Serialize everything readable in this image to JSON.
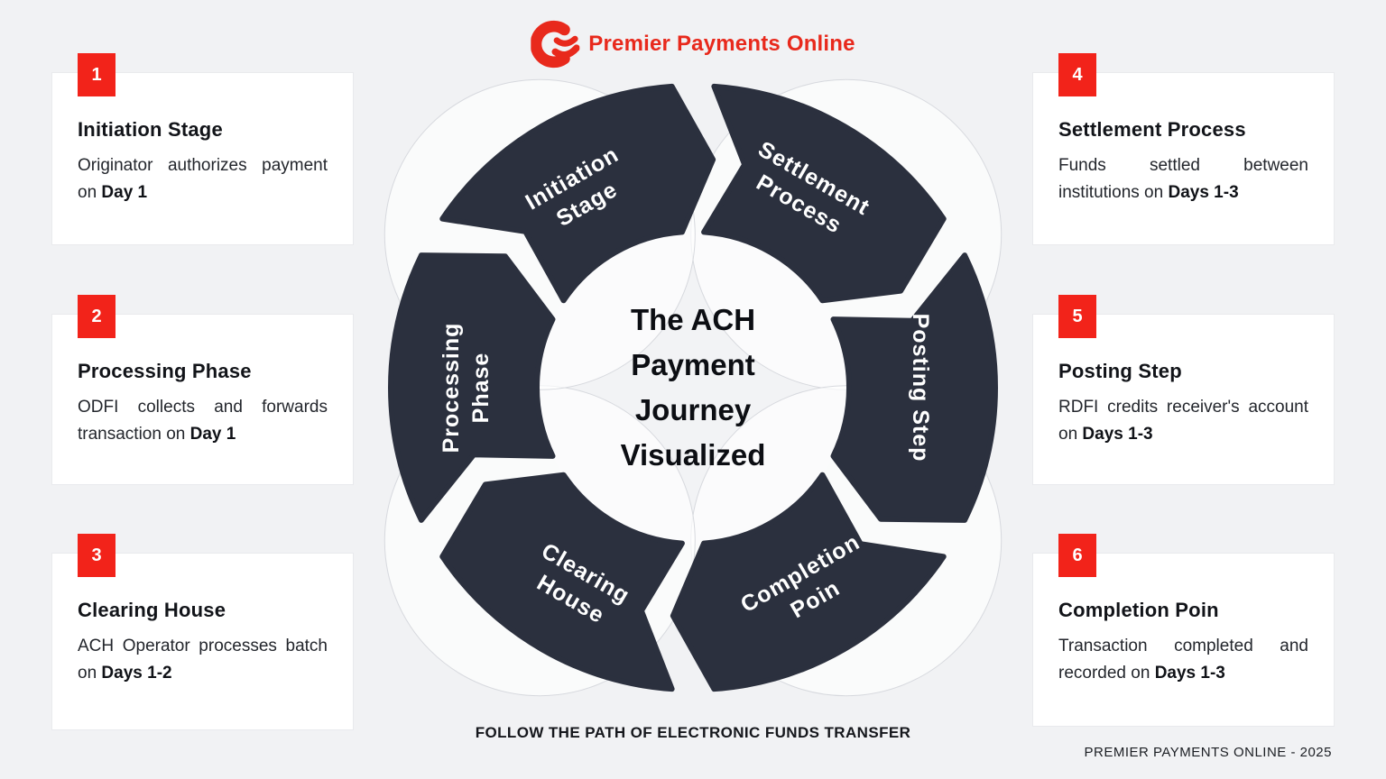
{
  "brand": {
    "name": "Premier Payments Online",
    "red": "#e8291c",
    "dark": "#2b303e"
  },
  "diagram": {
    "center_lines": [
      "The ACH",
      "Payment",
      "Journey",
      "Visualized"
    ],
    "segments": [
      {
        "slug": "initiation-stage",
        "lines": [
          "Initiation",
          "Stage"
        ],
        "angle": 330
      },
      {
        "slug": "settlement-process",
        "lines": [
          "Settlement",
          "Process"
        ],
        "angle": 30
      },
      {
        "slug": "posting-step",
        "lines": [
          "Posting Step"
        ],
        "angle": 90
      },
      {
        "slug": "completion-poin",
        "lines": [
          "Completion",
          "Poin"
        ],
        "angle": 150
      },
      {
        "slug": "clearing-house",
        "lines": [
          "Clearing",
          "House"
        ],
        "angle": 210
      },
      {
        "slug": "processing-phase",
        "lines": [
          "Processing",
          "Phase"
        ],
        "angle": 270
      }
    ]
  },
  "cards": [
    {
      "number": "1",
      "title": "Initiation Stage",
      "body": "Originator authorizes payment on",
      "bold": "Day 1"
    },
    {
      "number": "2",
      "title": "Processing Phase",
      "body": "ODFI collects and forwards transaction on",
      "bold": "Day 1"
    },
    {
      "number": "3",
      "title": "Clearing House",
      "body": "ACH Operator processes batch on",
      "bold": "Days 1-2"
    },
    {
      "number": "4",
      "title": "Settlement Process",
      "body": "Funds settled between institutions on",
      "bold": "Days 1-3"
    },
    {
      "number": "5",
      "title": "Posting Step",
      "body": "RDFI credits receiver's account on",
      "bold": "Days 1-3"
    },
    {
      "number": "6",
      "title": "Completion Poin",
      "body": "Transaction completed and recorded on",
      "bold": "Days 1-3"
    }
  ],
  "footer": {
    "tagline": "FOLLOW THE PATH OF ELECTRONIC FUNDS TRANSFER",
    "credit": "PREMIER PAYMENTS ONLINE - 2025"
  }
}
